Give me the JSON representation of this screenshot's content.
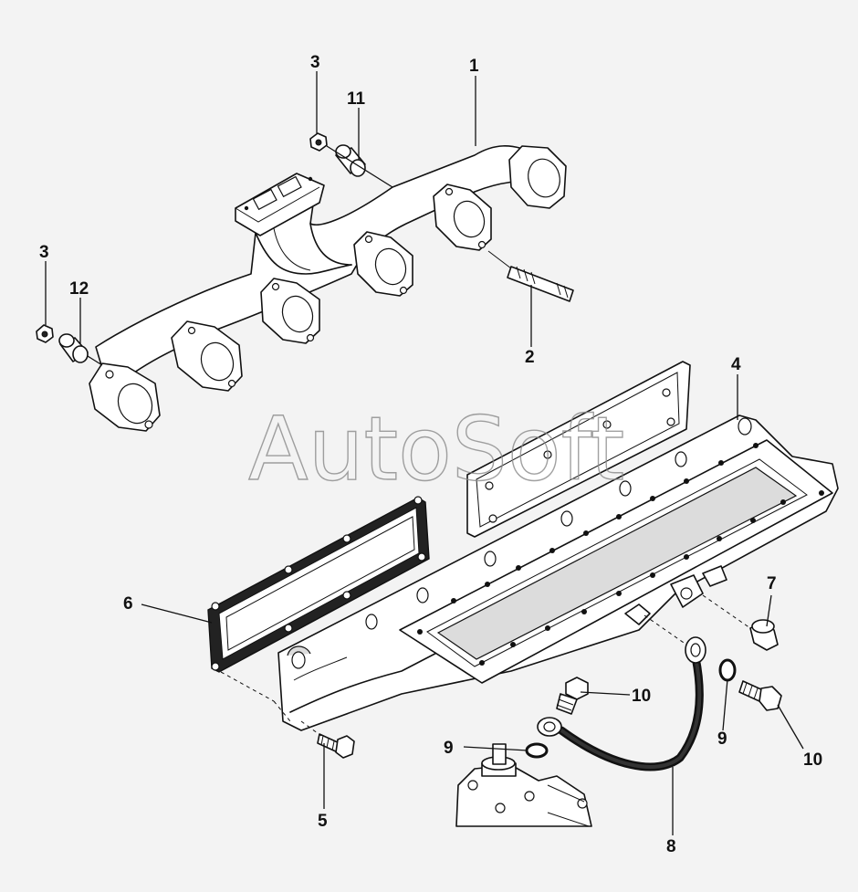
{
  "watermark": "AutoSoft",
  "callouts": [
    {
      "id": "callout-1",
      "label": "1"
    },
    {
      "id": "callout-2",
      "label": "2"
    },
    {
      "id": "callout-3-top",
      "label": "3"
    },
    {
      "id": "callout-3-left",
      "label": "3"
    },
    {
      "id": "callout-4",
      "label": "4"
    },
    {
      "id": "callout-5",
      "label": "5"
    },
    {
      "id": "callout-6",
      "label": "6"
    },
    {
      "id": "callout-7",
      "label": "7"
    },
    {
      "id": "callout-8",
      "label": "8"
    },
    {
      "id": "callout-9-left",
      "label": "9"
    },
    {
      "id": "callout-9-right",
      "label": "9"
    },
    {
      "id": "callout-10-top",
      "label": "10"
    },
    {
      "id": "callout-10-bottom",
      "label": "10"
    },
    {
      "id": "callout-11",
      "label": "11"
    },
    {
      "id": "callout-12",
      "label": "12"
    }
  ]
}
